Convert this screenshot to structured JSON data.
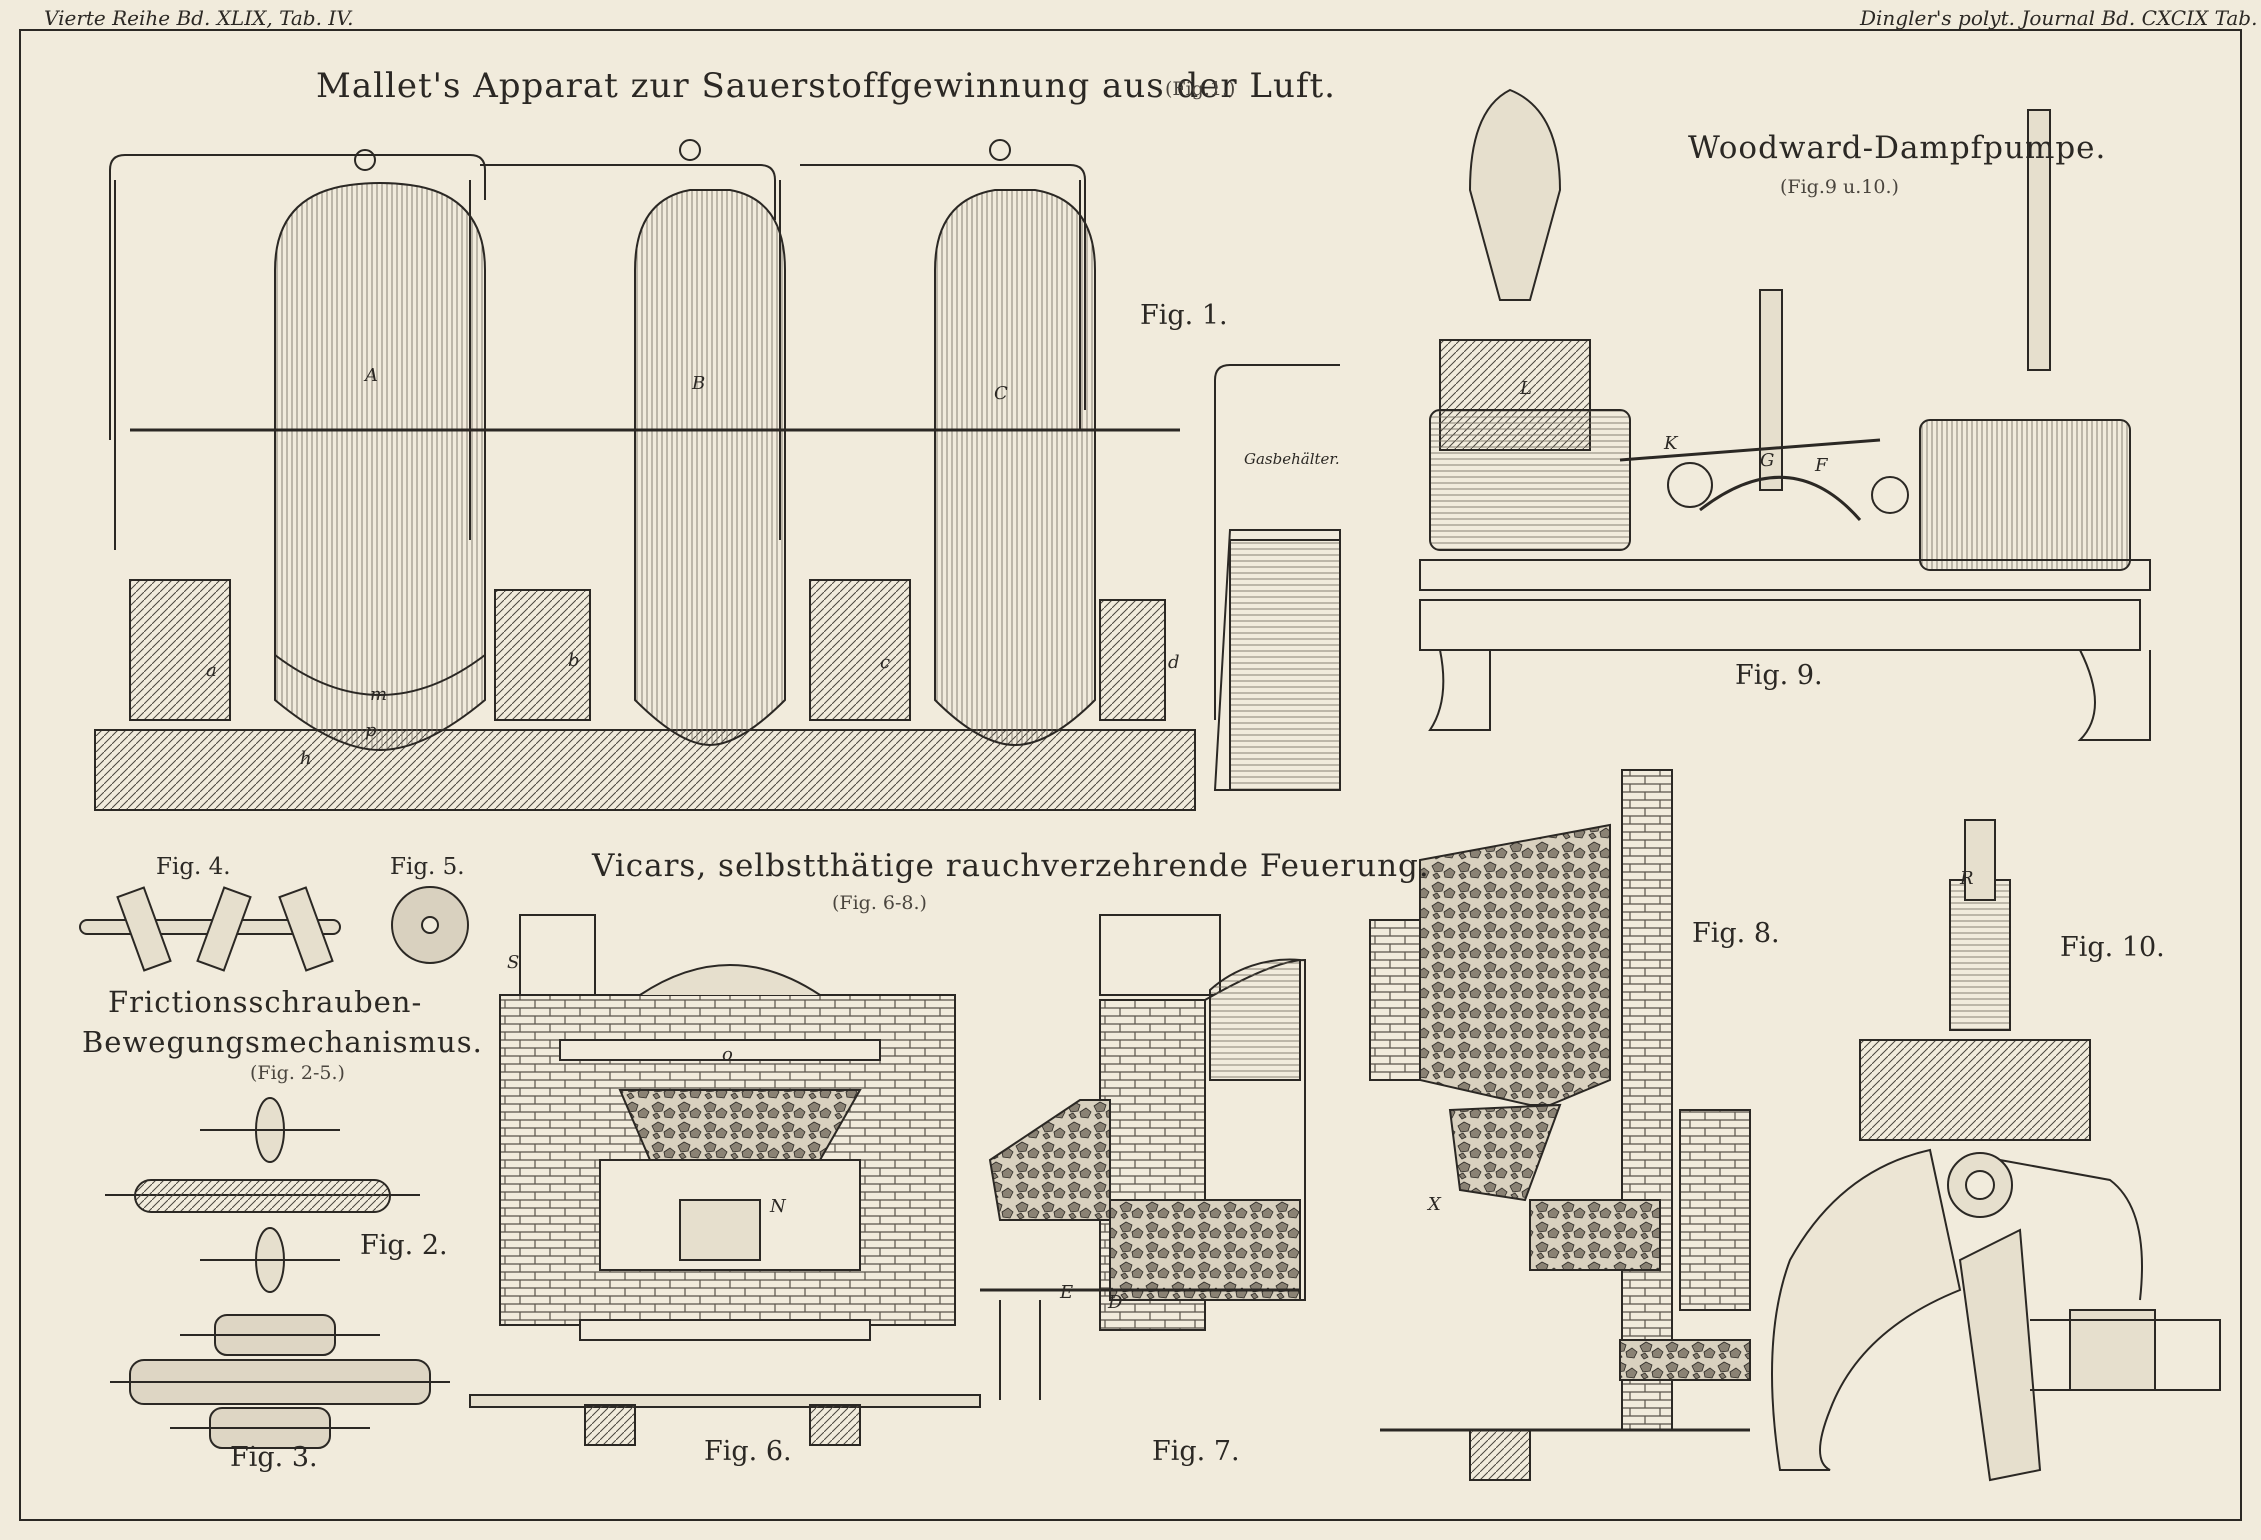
{
  "header": {
    "left": "Vierte Reihe  Bd. XLIX, Tab. IV.",
    "right": "Dingler's polyt. Journal Bd. CXCIX Tab. IV."
  },
  "sections": {
    "mallet": {
      "title": "Mallet's Apparat zur Sauerstoffgewinnung aus der Luft.",
      "ref": "(Fig.1.)"
    },
    "woodward": {
      "title": "Woodward-Dampfpumpe.",
      "ref": "(Fig.9 u.10.)"
    },
    "vicars": {
      "title": "Vicars, selbstthätige rauchverzehrende Feuerung.",
      "ref": "(Fig. 6-8.)"
    },
    "friction": {
      "title1": "Frictionsschrauben-",
      "title2": "Bewegungsmechanismus.",
      "ref": "(Fig. 2-5.)"
    }
  },
  "figures": {
    "fig1": "Fig. 1.",
    "fig2": "Fig. 2.",
    "fig3": "Fig. 3.",
    "fig4": "Fig. 4.",
    "fig5": "Fig. 5.",
    "fig6": "Fig. 6.",
    "fig7": "Fig. 7.",
    "fig8": "Fig. 8.",
    "fig9": "Fig. 9.",
    "fig10": "Fig. 10."
  },
  "labels": {
    "tankA": "A",
    "tankB": "B",
    "tankC": "C",
    "a": "a",
    "b": "b",
    "c": "c",
    "d": "d",
    "h": "h",
    "m": "m",
    "p": "p",
    "gasometer": "Gasbehälter.",
    "K": "K",
    "L": "L",
    "G": "G",
    "F": "F",
    "S": "S",
    "O": "o",
    "N": "N",
    "E": "E",
    "D": "D",
    "X": "X",
    "R": "R"
  },
  "colors": {
    "paper": "#f1ebdc",
    "ink": "#2b2824"
  }
}
